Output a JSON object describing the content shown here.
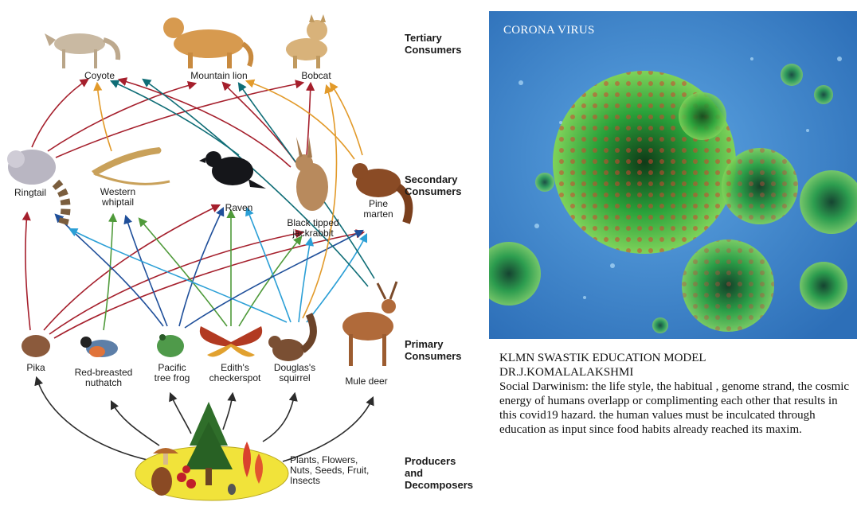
{
  "food_web": {
    "levels": {
      "tertiary": "Tertiary\nConsumers",
      "secondary": "Secondary\nConsumers",
      "primary": "Primary\nConsumers",
      "producers": "Producers\nand\nDecomposers"
    },
    "tertiary": [
      "Coyote",
      "Mountain lion",
      "Bobcat"
    ],
    "secondary": [
      "Ringtail",
      "Western\nwhiptail",
      "Raven",
      "Black tipped\njackrabbit",
      "Pine\nmarten"
    ],
    "primary": [
      "Pika",
      "Red-breasted\nnuthatch",
      "Pacific\ntree frog",
      "Edith's\ncheckerspot",
      "Douglas's\nsquirrel",
      "Mule deer"
    ],
    "producers": "Plants, Flowers,\nNuts, Seeds, Fruit,\nInsects"
  },
  "virus_image": {
    "caption": "CORONA VIRUS"
  },
  "text": {
    "line1": "KLMN SWASTIK EDUCATION MODEL",
    "line2": "DR.J.KOMALALAKSHMI",
    "paragraph": "Social Darwinism: the life style, the habitual , genome strand, the cosmic energy of humans overlapp or complimenting each other that results in this covid19 hazard. the human values must be inculcated through education as input since food habits already reached its maxim."
  },
  "colors": {
    "arrow_dark": "#2b2b2b",
    "arrow_red": "#a51f2c",
    "arrow_blue": "#1f4f9a",
    "arrow_green": "#4f9a3a",
    "arrow_teal": "#0f6d76",
    "arrow_cyan": "#2b9fd6",
    "arrow_orange": "#e29a2a",
    "producer_ellipse": "#f1e33a",
    "virus_background": "#3f86cf",
    "virus_body": "#38b43a"
  }
}
